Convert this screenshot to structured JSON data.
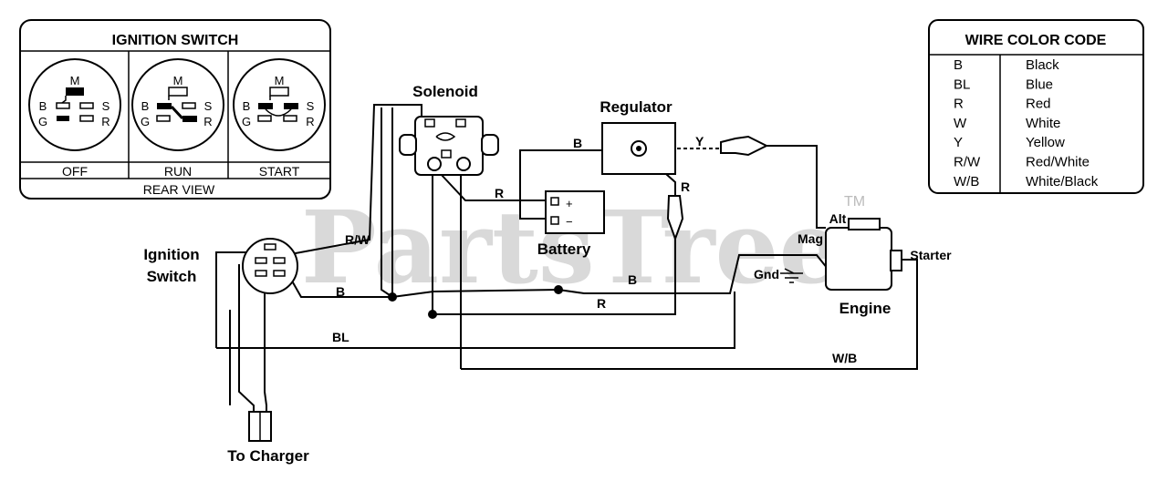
{
  "watermark": {
    "text": "PartsTree",
    "tm": "TM"
  },
  "ignition_panel": {
    "title": "IGNITION SWITCH",
    "positions": [
      "OFF",
      "RUN",
      "START"
    ],
    "footer": "REAR VIEW",
    "terminals": {
      "m": "M",
      "b": "B",
      "g": "G",
      "s": "S",
      "r": "R"
    }
  },
  "wire_legend": {
    "title": "WIRE COLOR CODE",
    "rows": [
      {
        "code": "B",
        "color": "Black"
      },
      {
        "code": "BL",
        "color": "Blue"
      },
      {
        "code": "R",
        "color": "Red"
      },
      {
        "code": "W",
        "color": "White"
      },
      {
        "code": "Y",
        "color": "Yellow"
      },
      {
        "code": "R/W",
        "color": "Red/White"
      },
      {
        "code": "W/B",
        "color": "White/Black"
      }
    ]
  },
  "components": {
    "solenoid": "Solenoid",
    "regulator": "Regulator",
    "battery": "Battery",
    "ignition_switch_line1": "Ignition",
    "ignition_switch_line2": "Switch",
    "engine": "Engine",
    "starter": "Starter",
    "charger": "To Charger",
    "alt": "Alt",
    "mag": "Mag",
    "gnd": "Gnd",
    "battery_plus": "+",
    "battery_minus": "−"
  },
  "wire_labels": {
    "rw": "R/W",
    "b_left": "B",
    "bl": "BL",
    "r_solenoid": "R",
    "b_regulator": "B",
    "y_regulator": "Y",
    "r_regulator": "R",
    "b_mid": "B",
    "r_mid": "R",
    "wb": "W/B"
  }
}
